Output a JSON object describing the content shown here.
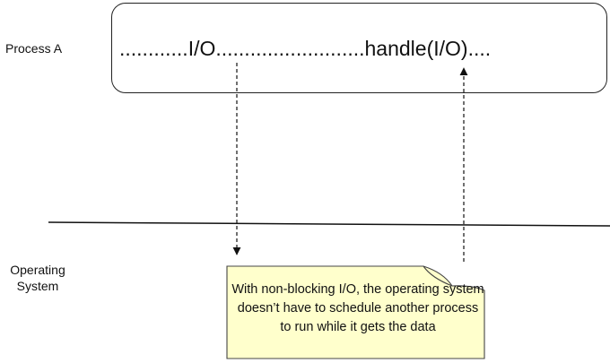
{
  "labels": {
    "process": "Process A",
    "os": "Operating System"
  },
  "process_line": {
    "dots_before_io": "............",
    "io_call": "I/O",
    "dots_between": "..........................",
    "handle_call": "handle(I/O)",
    "dots_after": "...."
  },
  "note": {
    "text": "With non-blocking I/O, the operating system doesn’t have to schedule another process to run while it gets the data",
    "fill": "#ffffcc",
    "border": "#444444"
  },
  "colors": {
    "line": "#111111",
    "arrow": "#111111"
  }
}
